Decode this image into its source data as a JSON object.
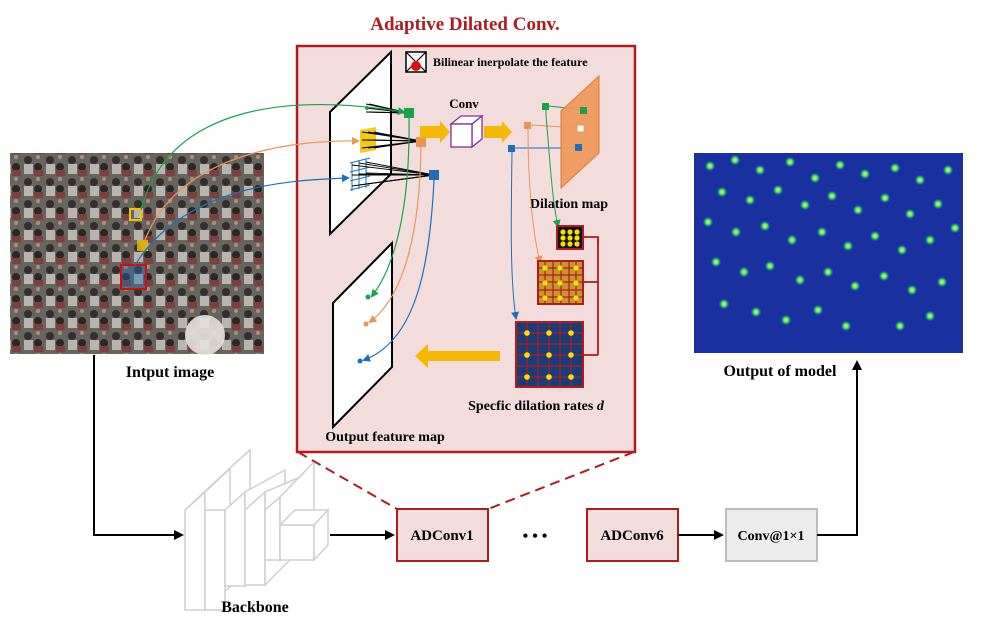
{
  "title": "Adaptive Dilated Conv.",
  "legend_text": "Bilinear inerpolate the feature",
  "labels": {
    "conv": "Conv",
    "dilation_map": "Dilation map",
    "specific_rates": "Specfic dilation rates",
    "specific_rates_var": "d",
    "output_feature_map": "Output feature map",
    "input_image": "Intput image",
    "output_model": "Output of model",
    "backbone": "Backbone",
    "adconv1": "ADConv1",
    "ellipsis": "•  •  •",
    "adconv6": "ADConv6",
    "conv1x1": "Conv@1×1"
  },
  "colors": {
    "accent_red": "#b01c1c",
    "panel_fill": "#f3dcdc",
    "arrow_yellow": "#f5b800",
    "green": "#17a34a",
    "orange": "#e8955a",
    "blue": "#1f6fb8",
    "dilation_orange": "#ef9a5c",
    "density_bg": "#1a2fa0"
  }
}
